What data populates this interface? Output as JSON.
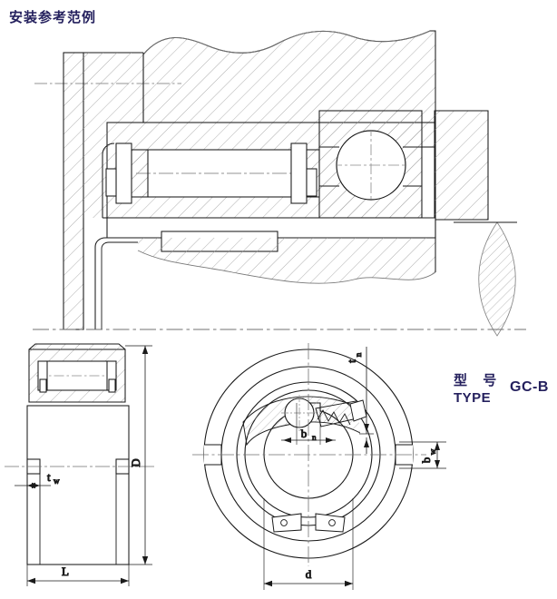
{
  "title": "安装参考范例",
  "type_label": {
    "cn": "型 号",
    "en": "TYPE",
    "value": "GC-B"
  },
  "dimensions": {
    "side_view": {
      "outer_diameter": "D",
      "length": "L",
      "key_depth": "t",
      "key_depth_sub": "w"
    },
    "front_view": {
      "bore_diameter": "d",
      "key_width": "b",
      "key_width_sub": "n",
      "keyway_depth": "t",
      "keyway_depth_sub": "n",
      "outer_key_width": "b",
      "outer_key_width_sub": "w"
    }
  },
  "colors": {
    "text_accent": "#25215e",
    "line": "#1a1a1a",
    "hatch": "#8c8c8c",
    "centerline": "#707070"
  },
  "views": {
    "top": "installation-reference-cross-section",
    "left": "side-section-view",
    "right": "front-section-view"
  }
}
